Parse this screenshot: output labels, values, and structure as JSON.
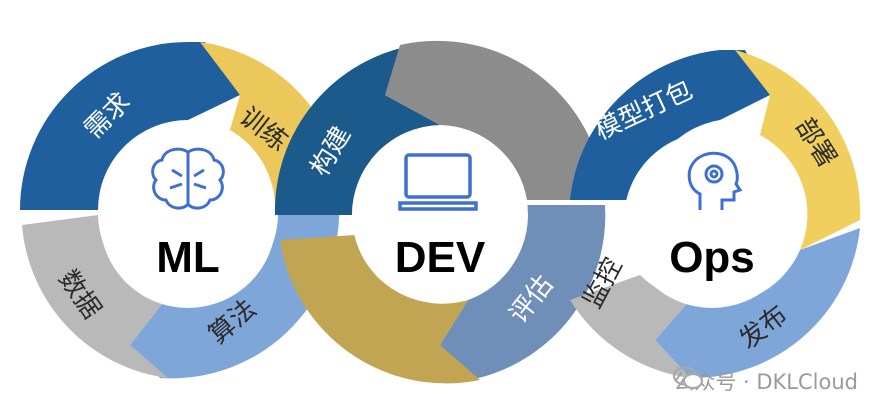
{
  "diagram": {
    "rings": [
      {
        "id": "ml",
        "center_label": "ML",
        "icon": "brain-icon",
        "segments": [
          {
            "label": "需求",
            "color": "#1f5f9e"
          },
          {
            "label": "训练",
            "color": "#ecc85a"
          },
          {
            "label": "算法",
            "color": "#7fa6d8"
          },
          {
            "label": "数据",
            "color": "#b9b9b9"
          }
        ]
      },
      {
        "id": "dev",
        "center_label": "DEV",
        "icon": "laptop-icon",
        "segments": [
          {
            "label": "构建",
            "color": "#1d5a8c"
          },
          {
            "label": "",
            "color": "#8c8c8c"
          },
          {
            "label": "评估",
            "color": "#6f8fb8"
          },
          {
            "label": "",
            "color": "#c2a552"
          }
        ]
      },
      {
        "id": "ops",
        "center_label": "Ops",
        "icon": "head-gears-icon",
        "segments": [
          {
            "label": "模型打包",
            "color": "#1f5f9e"
          },
          {
            "label": "部署",
            "color": "#f1cf5f"
          },
          {
            "label": "发布",
            "color": "#7fa6d8"
          },
          {
            "label": "监控",
            "color": "#b9b9b9"
          }
        ]
      }
    ],
    "colors": {
      "icon_blue": "#3f6fd1",
      "label_dark": "#2b2b2b"
    }
  },
  "watermark": {
    "icon": "wechat-icon",
    "text": "公众号 · DKLCloud"
  }
}
